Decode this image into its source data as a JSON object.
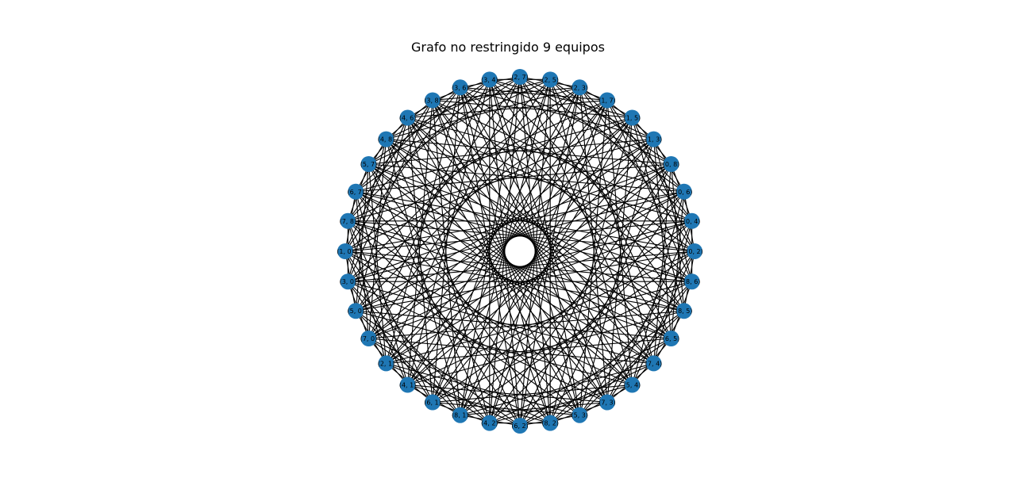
{
  "title": "Grafo no restringido 9 equipos",
  "colors": {
    "node": "#1f77b4",
    "edge": "#000000",
    "background": "#ffffff"
  },
  "graph": {
    "layout": "circular",
    "nodes": [
      "(2, 7)",
      "(2, 5)",
      "(2, 3)",
      "(1, 7)",
      "(1, 5)",
      "(1, 3)",
      "(0, 8)",
      "(0, 6)",
      "(0, 4)",
      "(0, 2)",
      "(8, 6)",
      "(8, 5)",
      "(6, 5)",
      "(7, 4)",
      "(5, 4)",
      "(7, 3)",
      "(5, 3)",
      "(8, 2)",
      "(6, 2)",
      "(4, 2)",
      "(8, 1)",
      "(6, 1)",
      "(4, 1)",
      "(2, 1)",
      "(7, 0)",
      "(5, 0)",
      "(3, 0)",
      "(1, 0)",
      "(7, 8)",
      "(6, 7)",
      "(5, 7)",
      "(4, 8)",
      "(4, 6)",
      "(3, 8)",
      "(3, 6)",
      "(3, 4)"
    ],
    "edge_steps": [
      2,
      5,
      7,
      11,
      13,
      16,
      17
    ]
  }
}
